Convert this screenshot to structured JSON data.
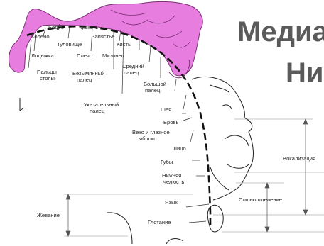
{
  "heading": {
    "line1": "Медиа",
    "line2": "Ни"
  },
  "body_parts": {
    "hip": "Бедро",
    "knee": "Колено",
    "elbow": "Локоть",
    "wrist": "Запястье",
    "trunk": "Туловище",
    "hand": "Кисть",
    "ankle": "Лодыжка",
    "shoulder": "Плечо",
    "little_finger": "Мизинец",
    "toes_1": "Пальцы",
    "toes_2": "стопы",
    "ring_finger_1": "Безымянный",
    "ring_finger_2": "палец",
    "middle_finger_1": "Средний",
    "middle_finger_2": "палец",
    "thumb_1": "Большой",
    "thumb_2": "палец",
    "index_finger_1": "Указательный",
    "index_finger_2": "палец",
    "neck": "Шея",
    "brow": "Бровь",
    "eyelid_1": "Веко и глазное",
    "eyelid_2": "яблоко",
    "face": "Лицо",
    "lips": "Губы",
    "jaw_1": "Нижняя",
    "jaw_2": "челюсть",
    "tongue": "Язык",
    "swallowing": "Глотание"
  },
  "functions": {
    "vocalization": "Вокализация",
    "salivation": "Слюноотделение",
    "chewing": "Жевание"
  },
  "colors": {
    "homunculus_fill": "#e87de0",
    "homunculus_stroke": "#7a2f73",
    "arc": "#111111",
    "guide": "#888888"
  }
}
